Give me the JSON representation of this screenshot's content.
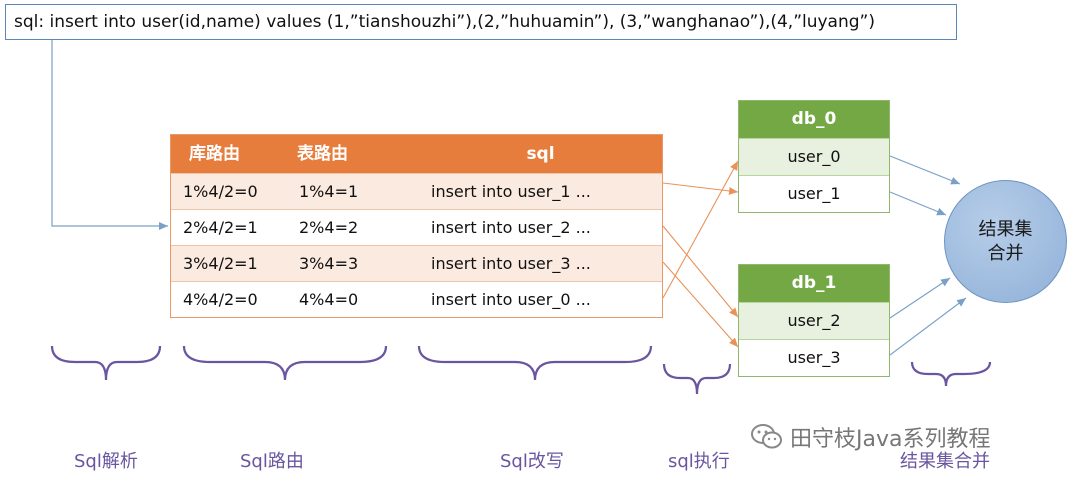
{
  "sql_text": "sql: insert into user(id,name) values (1,”tianshouzhi”),(2,”huhuamin”), (3,”wanghanao”),(4,”luyang”)",
  "table": {
    "headers": [
      "库路由",
      "表路由",
      "sql"
    ],
    "rows": [
      [
        "1%4/2=0",
        "1%4=1",
        "insert into user_1 ..."
      ],
      [
        "2%4/2=1",
        "2%4=2",
        "insert into user_2 ..."
      ],
      [
        "3%4/2=1",
        "3%4=3",
        "insert into user_3 ..."
      ],
      [
        "4%4/2=0",
        "4%4=0",
        "insert into user_0 ..."
      ]
    ]
  },
  "databases": [
    {
      "name": "db_0",
      "tables": [
        "user_0",
        "user_1"
      ]
    },
    {
      "name": "db_1",
      "tables": [
        "user_2",
        "user_3"
      ]
    }
  ],
  "merge": {
    "line1": "结果集",
    "line2": "合并"
  },
  "stages": [
    "Sql解析",
    "Sql路由",
    "Sql改写",
    "sql执行",
    "结果集合并"
  ],
  "watermark": "田守枝Java系列教程",
  "colors": {
    "table_header": "#e67d3c",
    "db_header": "#74a845",
    "brace": "#6a56a0",
    "arrow_blue": "#7aa0c8",
    "arrow_orange": "#e8925a",
    "circle": "#a4c0e2"
  }
}
